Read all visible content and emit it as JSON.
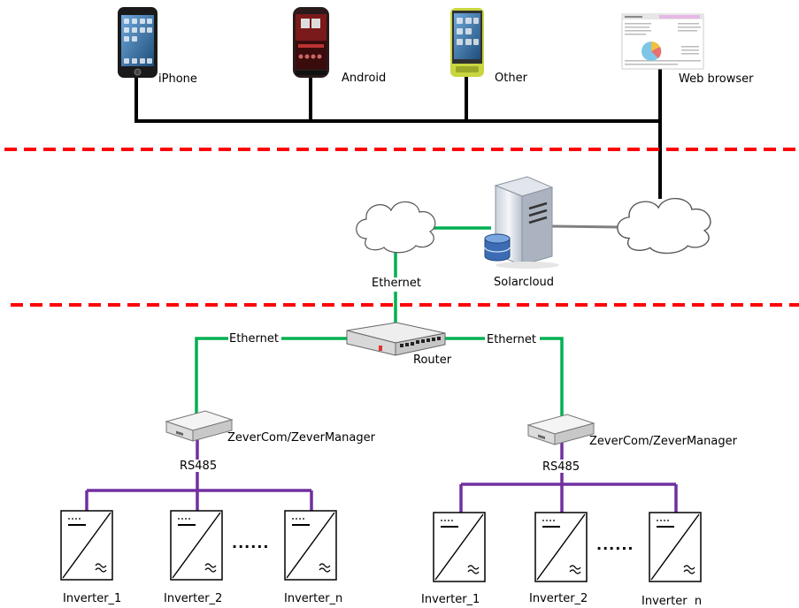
{
  "colors": {
    "separator": "#ff0000",
    "device_bus": "#000000",
    "ethernet": "#00b050",
    "rs485": "#7030a0",
    "cloud_link": "#808080"
  },
  "clients": {
    "iphone": "iPhone",
    "android": "Android",
    "other": "Other",
    "web_browser": "Web browser"
  },
  "cloud": {
    "server_label": "Solarcloud",
    "uplink_label": "Ethernet"
  },
  "network": {
    "router_label": "Router",
    "left_link_label": "Ethernet",
    "right_link_label": "Ethernet"
  },
  "left_group": {
    "gateway_label": "ZeverCom/ZeverManager",
    "bus_label": "RS485",
    "inverters": [
      "Inverter_1",
      "Inverter_2",
      "Inverter_n"
    ],
    "ellipsis": "......"
  },
  "right_group": {
    "gateway_label": "ZeverCom/ZeverManager",
    "bus_label": "RS485",
    "inverters": [
      "Inverter_1",
      "Inverter_2",
      "Inverter  n"
    ],
    "ellipsis": "......"
  }
}
